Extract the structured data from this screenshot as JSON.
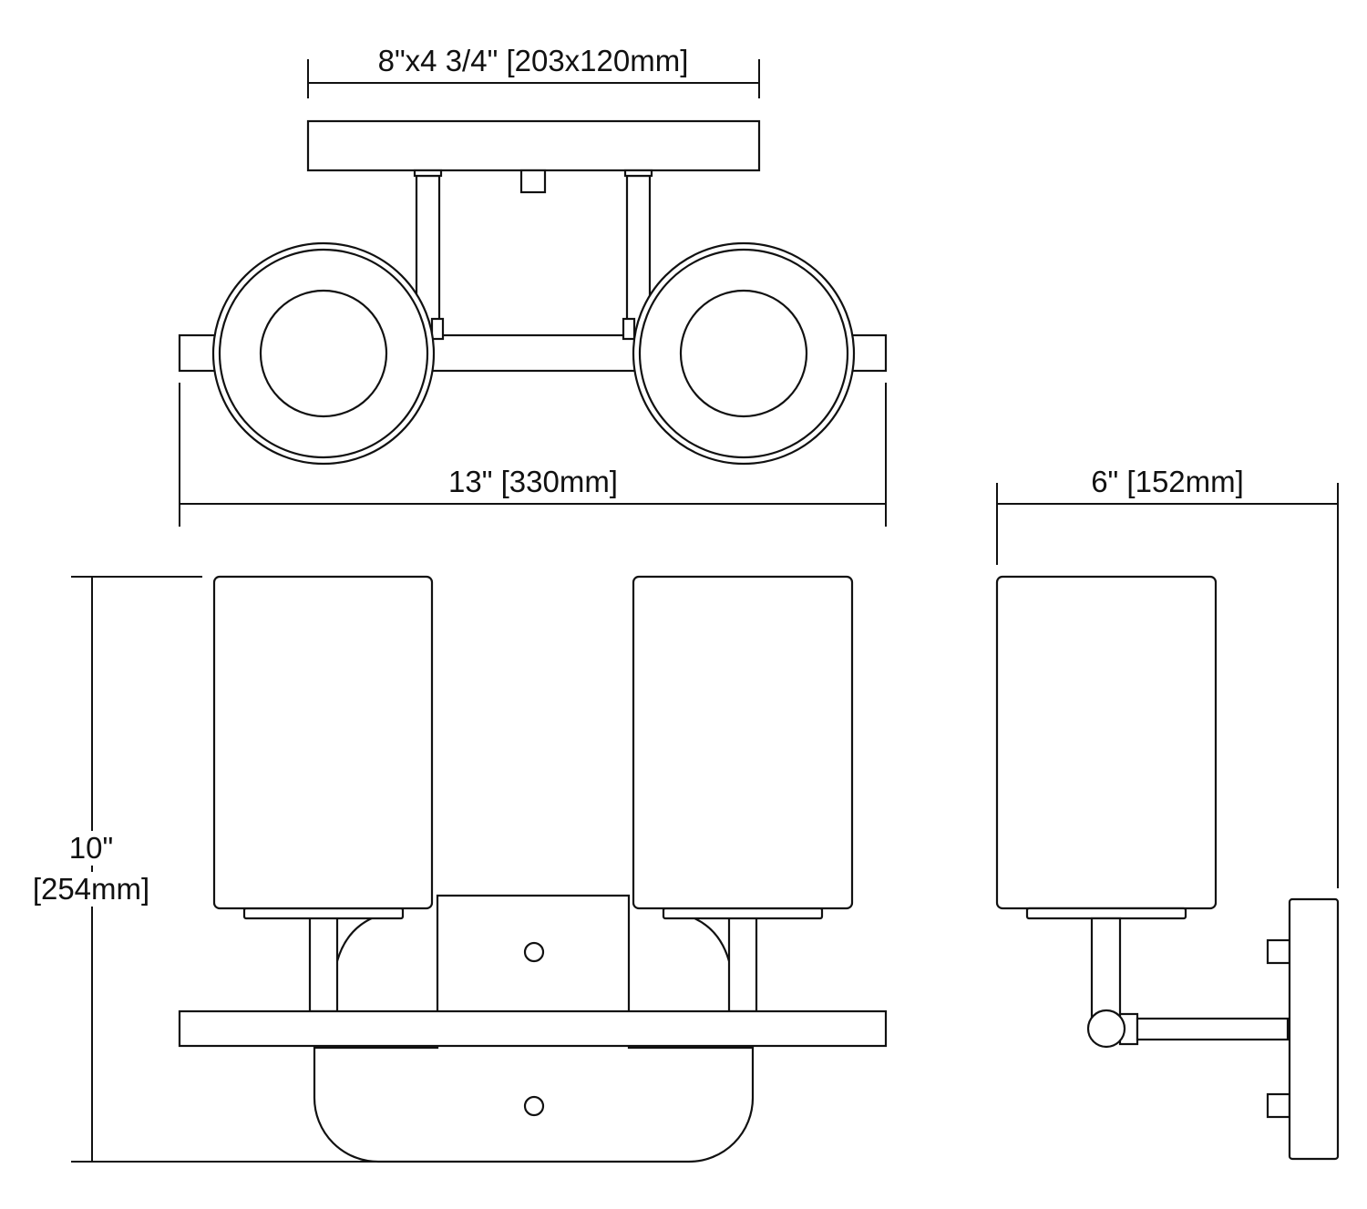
{
  "dimensions": {
    "canopy": "8\"x4 3/4\" [203x120mm]",
    "width": "13\" [330mm]",
    "depth": "6\" [152mm]",
    "height_in": "10\"",
    "height_mm": "[254mm]"
  },
  "colors": {
    "line": "#111111",
    "background": "#ffffff"
  }
}
